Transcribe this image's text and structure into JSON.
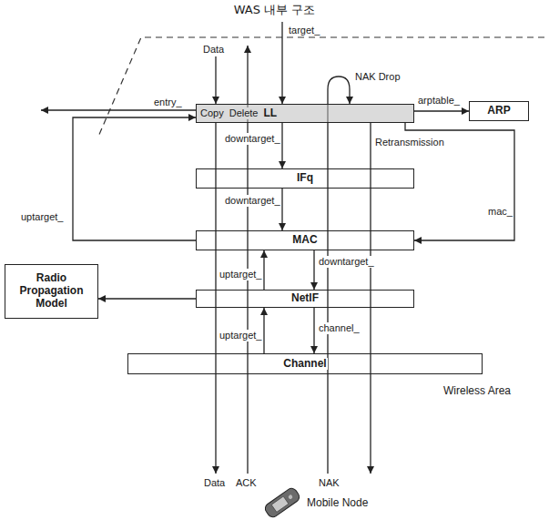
{
  "diagram": {
    "title": "WAS 내부 구조",
    "nodes": [
      {
        "text": [
          "Copy",
          "Delete",
          "LL"
        ]
      },
      {
        "text": [
          "ARP"
        ]
      },
      {
        "text": [
          "IFq"
        ]
      },
      {
        "text": [
          "MAC"
        ]
      },
      {
        "text": [
          "Radio Propagation Model"
        ]
      },
      {
        "text": [
          "NetIF"
        ]
      },
      {
        "text": [
          "Channel"
        ]
      }
    ],
    "edges": [
      {
        "from": 0,
        "to": 1,
        "label": "arptable_",
        "arrow": "to"
      },
      {
        "from": 0,
        "to": 2,
        "label": "downtarget_",
        "arrow": "to"
      },
      {
        "from": 2,
        "to": 3,
        "label": "downtarget_",
        "arrow": "to"
      },
      {
        "from": 3,
        "to": 0,
        "label": "uptarget_",
        "arrow": "to"
      },
      {
        "from": 0,
        "to": 3,
        "label": "mac_",
        "arrow": "to"
      },
      {
        "from": 3,
        "to": 5,
        "label": "downtarget_",
        "arrow": "to"
      },
      {
        "from": 5,
        "to": 3,
        "label": "uptarget_",
        "arrow": "to"
      },
      {
        "from": 5,
        "to": 6,
        "label": "channel_",
        "arrow": "to"
      },
      {
        "from": 6,
        "to": 5,
        "label": "uptarget_",
        "arrow": "to"
      },
      {
        "from": 5,
        "to": 4,
        "arrow": "to"
      }
    ],
    "labels": [
      "target_",
      "Data",
      "entry_",
      "NAK Drop",
      "Retransmission",
      "Data",
      "ACK",
      "NAK",
      "Wireless Area",
      "Mobile Node"
    ]
  }
}
